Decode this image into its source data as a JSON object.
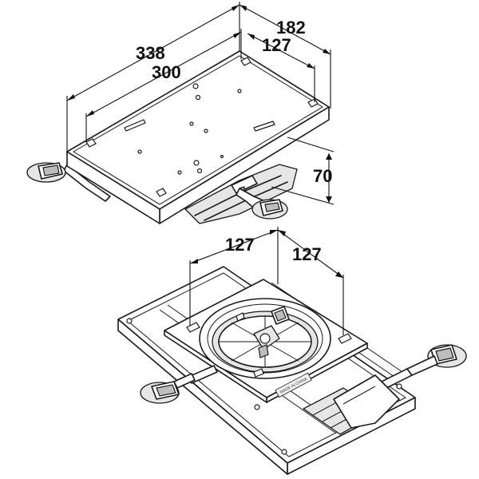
{
  "top_view": {
    "dimensions": {
      "d338": "338",
      "d300": "300",
      "d182": "182",
      "d127": "127",
      "d70": "70"
    }
  },
  "bottom_view": {
    "dimensions": {
      "d127_left": "127",
      "d127_right": "127"
    },
    "stamp_text": "MADE IN CHINA"
  }
}
